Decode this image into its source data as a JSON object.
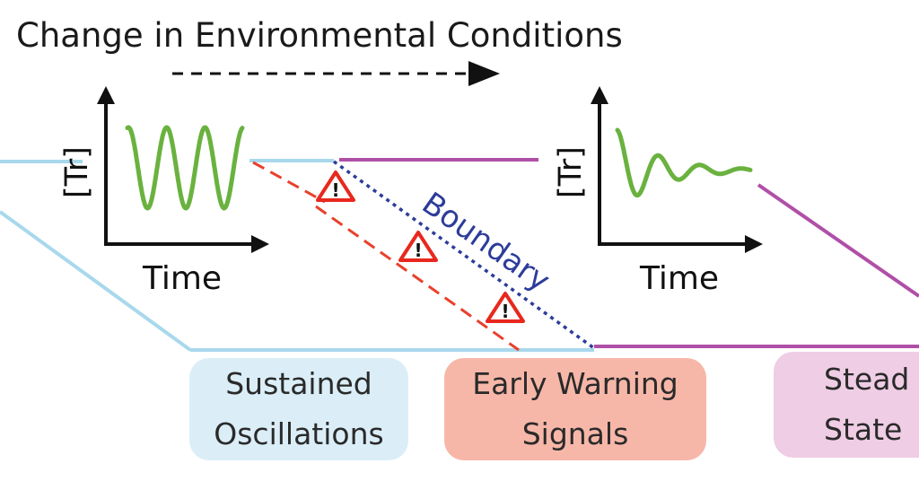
{
  "title": "Change in Environmental Conditions",
  "plots": {
    "left": {
      "ylabel": "[Tr]",
      "xlabel": "Time"
    },
    "right": {
      "ylabel": "[Tr]",
      "xlabel": "Time"
    }
  },
  "boundary_label": "Boundary",
  "warning_icon": "warning-triangle-icon",
  "states": {
    "sustained": {
      "line1": "Sustained",
      "line2": "Oscillations"
    },
    "early_warning": {
      "line1": "Early Warning",
      "line2": "Signals"
    },
    "steady": {
      "line1": "Stead",
      "line2": "State"
    }
  },
  "colors": {
    "sustained_line": "#a8d8ec",
    "steady_line": "#b04fa8",
    "warning_dash": "#e8412b",
    "boundary": "#2d3c9a",
    "signal": "#6ab23f",
    "sustained_box": "#dbeef8",
    "early_box": "#f7b7a8",
    "steady_box": "#efcde4"
  }
}
